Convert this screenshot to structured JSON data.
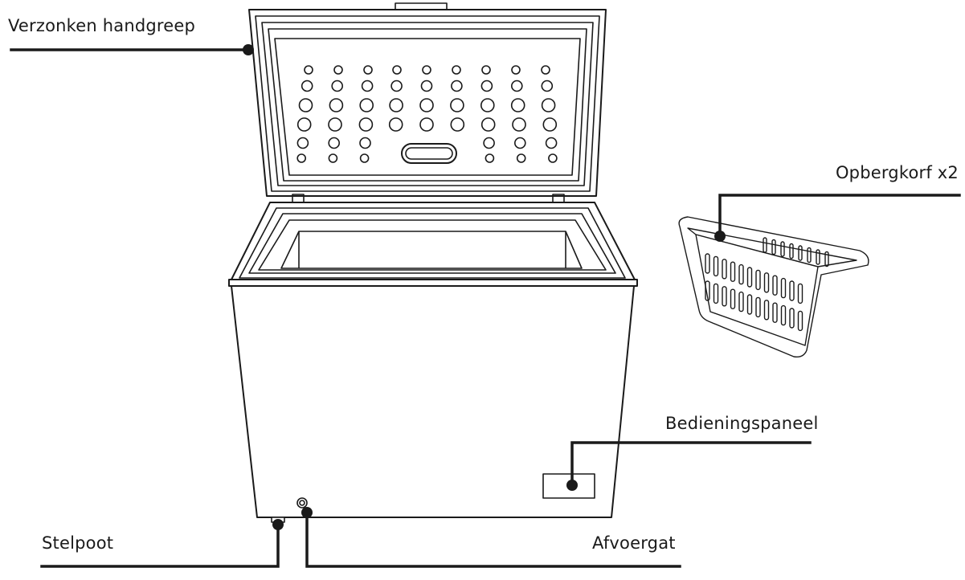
{
  "labels": {
    "handle": "Verzonken handgreep",
    "basket": "Opbergkorf x2",
    "panel": "Bedieningspaneel",
    "foot": "Stelpoot",
    "drain": "Afvoergat"
  },
  "colors": {
    "line": "#1a1a1a",
    "fill": "#ffffff"
  }
}
